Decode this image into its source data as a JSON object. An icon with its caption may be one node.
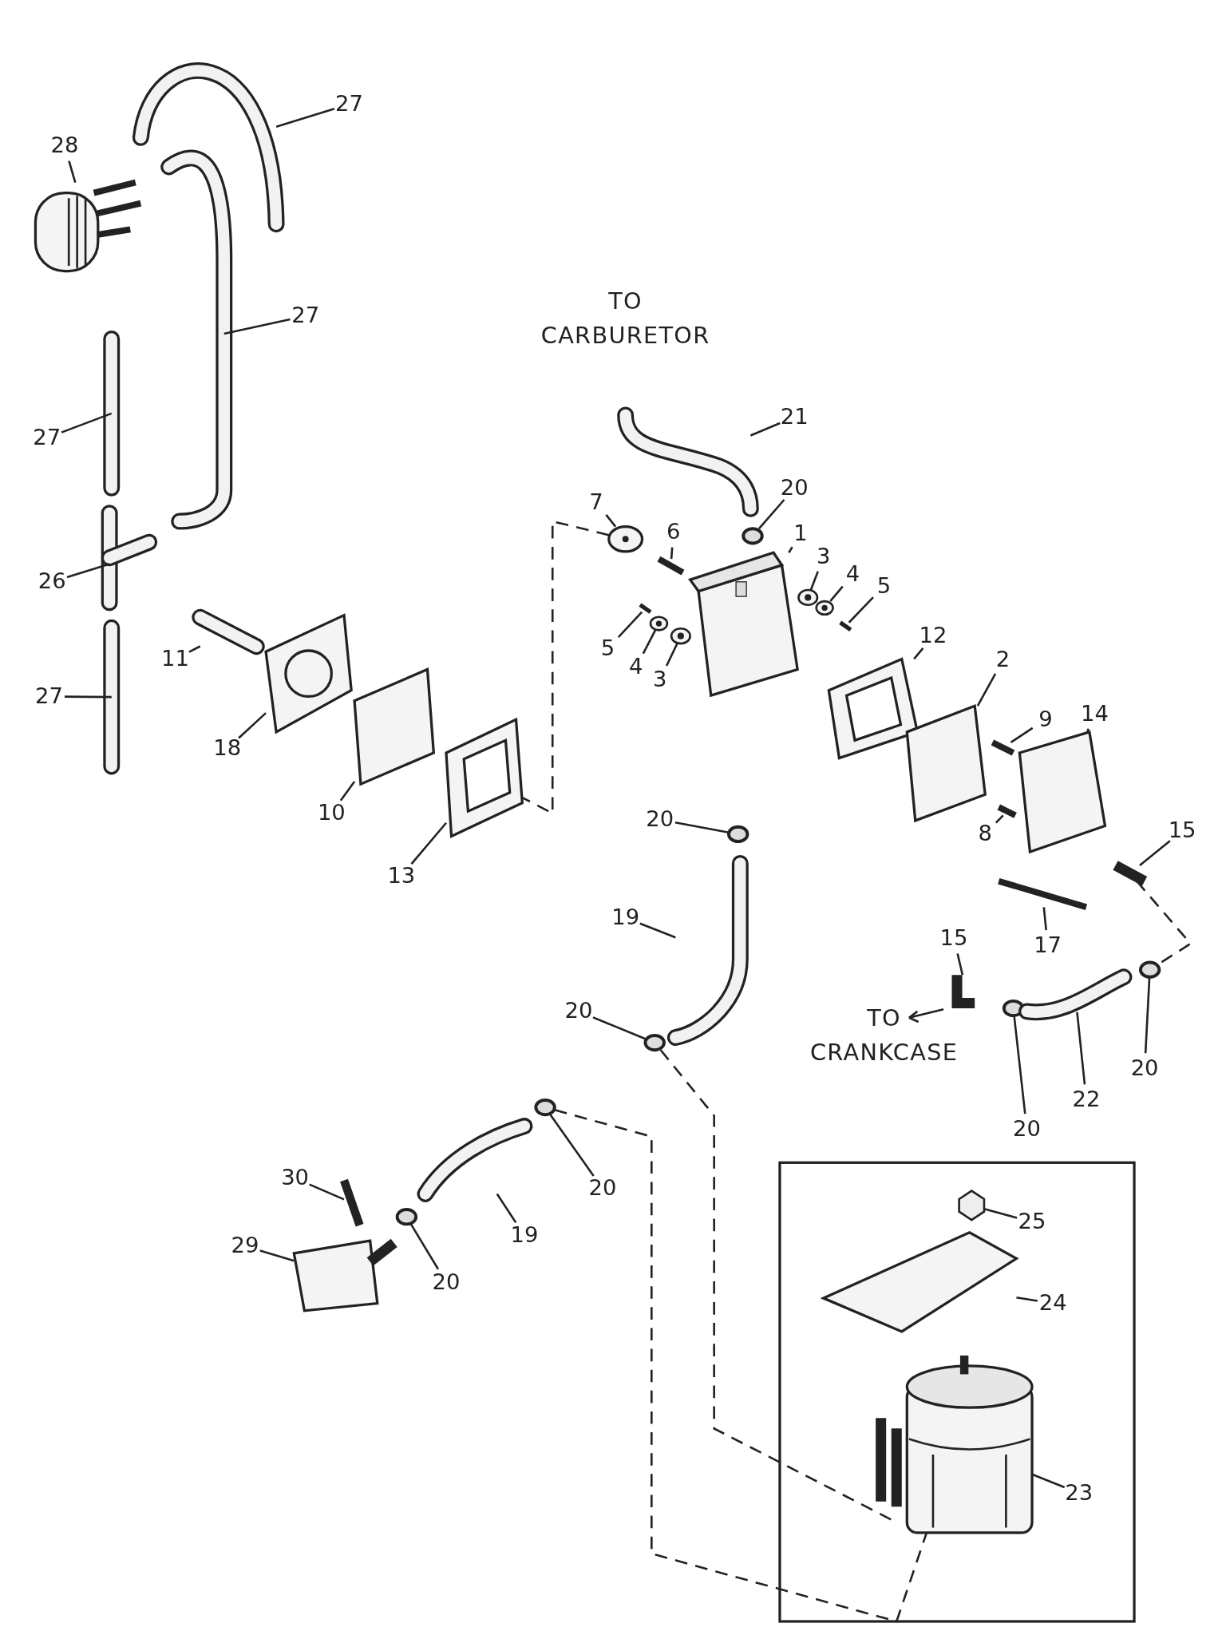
{
  "diagram": {
    "nodes": [
      {
        "text": [
          "27"
        ]
      },
      {
        "text": [
          "28"
        ]
      },
      {
        "text": [
          "27"
        ]
      },
      {
        "text": [
          "27"
        ]
      },
      {
        "text": [
          "26"
        ]
      },
      {
        "text": [
          "27"
        ]
      },
      {
        "text": [
          "11"
        ]
      },
      {
        "text": [
          "18"
        ]
      },
      {
        "text": [
          "10"
        ]
      },
      {
        "text": [
          "13"
        ]
      },
      {
        "text": [
          "21"
        ]
      },
      {
        "text": [
          "20"
        ]
      },
      {
        "text": [
          "7"
        ]
      },
      {
        "text": [
          "6"
        ]
      },
      {
        "text": [
          "1"
        ]
      },
      {
        "text": [
          "3"
        ]
      },
      {
        "text": [
          "4"
        ]
      },
      {
        "text": [
          "5"
        ]
      },
      {
        "text": [
          "5"
        ]
      },
      {
        "text": [
          "4"
        ]
      },
      {
        "text": [
          "3"
        ]
      },
      {
        "text": [
          "12"
        ]
      },
      {
        "text": [
          "2"
        ]
      },
      {
        "text": [
          "9"
        ]
      },
      {
        "text": [
          "14"
        ]
      },
      {
        "text": [
          "8"
        ]
      },
      {
        "text": [
          "15"
        ]
      },
      {
        "text": [
          "17"
        ]
      },
      {
        "text": [
          "20"
        ]
      },
      {
        "text": [
          "19"
        ]
      },
      {
        "text": [
          "20"
        ]
      },
      {
        "text": [
          "15"
        ]
      },
      {
        "text": [
          "20"
        ]
      },
      {
        "text": [
          "22"
        ]
      },
      {
        "text": [
          "20"
        ]
      },
      {
        "text": [
          "30"
        ]
      },
      {
        "text": [
          "29"
        ]
      },
      {
        "text": [
          "20"
        ]
      },
      {
        "text": [
          "19"
        ]
      },
      {
        "text": [
          "20"
        ]
      },
      {
        "text": [
          "25"
        ]
      },
      {
        "text": [
          "24"
        ]
      },
      {
        "text": [
          "23"
        ]
      },
      {
        "text": [],
        "shape": "picture"
      },
      {
        "text": [],
        "shape": "picture"
      },
      {
        "text": [],
        "shape": "picture"
      },
      {
        "text": [],
        "shape": "picture"
      },
      {
        "text": [],
        "shape": "picture"
      },
      {
        "text": [],
        "shape": "picture"
      },
      {
        "text": [],
        "shape": "picture"
      },
      {
        "text": [],
        "shape": "picture"
      },
      {
        "text": [],
        "shape": "picture"
      },
      {
        "text": [],
        "shape": "picture"
      },
      {
        "text": [],
        "shape": "picture"
      },
      {
        "text": [],
        "shape": "circle"
      },
      {
        "text": [],
        "shape": "picture"
      },
      {
        "text": [],
        "shape": "picture"
      },
      {
        "text": [],
        "shape": "picture"
      },
      {
        "text": [],
        "shape": "picture"
      },
      {
        "text": [],
        "shape": "picture"
      },
      {
        "text": [],
        "shape": "picture"
      },
      {
        "text": [],
        "shape": "picture"
      },
      {
        "text": [],
        "shape": "picture"
      },
      {
        "text": [],
        "shape": "picture"
      },
      {
        "text": [],
        "shape": "picture"
      },
      {
        "text": [],
        "shape": "picture"
      },
      {
        "text": [],
        "shape": "picture"
      },
      {
        "text": [],
        "shape": "picture"
      },
      {
        "text": [],
        "shape": "picture"
      },
      {
        "text": [],
        "shape": "picture"
      },
      {
        "text": [],
        "shape": "picture"
      },
      {
        "text": [],
        "shape": "circle"
      },
      {
        "text": [],
        "shape": "picture"
      },
      {
        "text": [],
        "shape": "circle"
      },
      {
        "text": [],
        "shape": "picture"
      },
      {
        "text": [],
        "shape": "circle"
      },
      {
        "text": [],
        "shape": "picture"
      },
      {
        "text": [],
        "shape": "circle"
      },
      {
        "text": [],
        "shape": "picture"
      },
      {
        "text": [],
        "shape": "picture"
      },
      {
        "text": [],
        "shape": "circle"
      },
      {
        "text": [],
        "shape": "picture"
      },
      {
        "text": [],
        "shape": "circle"
      },
      {
        "text": [],
        "shape": "picture"
      },
      {
        "text": [],
        "shape": "picture"
      },
      {
        "text": [],
        "shape": "picture"
      }
    ],
    "edges": [
      {
        "from": 0,
        "to": 43,
        "arrow": "none"
      },
      {
        "from": 1,
        "to": 44,
        "arrow": "none"
      },
      {
        "from": 2,
        "to": 45,
        "arrow": "none"
      },
      {
        "from": 3,
        "to": 46,
        "arrow": "none"
      },
      {
        "from": 4,
        "to": 47,
        "arrow": "none"
      },
      {
        "from": 5,
        "to": 48,
        "arrow": "none"
      },
      {
        "from": 6,
        "to": 49,
        "arrow": "none"
      },
      {
        "from": 7,
        "to": 50,
        "arrow": "none"
      },
      {
        "from": 8,
        "to": 51,
        "arrow": "none"
      },
      {
        "from": 9,
        "to": 52,
        "arrow": "none"
      },
      {
        "from": 10,
        "to": 53,
        "arrow": "none"
      },
      {
        "from": 11,
        "to": 54,
        "arrow": "none"
      },
      {
        "from": 12,
        "to": 55,
        "arrow": "none"
      },
      {
        "from": 13,
        "to": 56,
        "arrow": "none"
      },
      {
        "from": 14,
        "to": 57,
        "arrow": "none"
      },
      {
        "from": 15,
        "to": 58,
        "arrow": "none"
      },
      {
        "from": 16,
        "to": 59,
        "arrow": "none"
      },
      {
        "from": 17,
        "to": 60,
        "arrow": "none"
      },
      {
        "from": 18,
        "to": 61,
        "arrow": "none"
      },
      {
        "from": 19,
        "to": 62,
        "arrow": "none"
      },
      {
        "from": 20,
        "to": 63,
        "arrow": "none"
      },
      {
        "from": 21,
        "to": 64,
        "arrow": "none"
      },
      {
        "from": 22,
        "to": 65,
        "arrow": "none"
      },
      {
        "from": 23,
        "to": 66,
        "arrow": "none"
      },
      {
        "from": 24,
        "to": 67,
        "arrow": "none"
      },
      {
        "from": 25,
        "to": 68,
        "arrow": "none"
      },
      {
        "from": 26,
        "to": 69,
        "arrow": "none"
      },
      {
        "from": 27,
        "to": 70,
        "arrow": "none"
      },
      {
        "from": 28,
        "to": 71,
        "arrow": "none"
      },
      {
        "from": 29,
        "to": 72,
        "arrow": "none"
      },
      {
        "from": 30,
        "to": 73,
        "arrow": "none"
      },
      {
        "from": 31,
        "to": 74,
        "arrow": "none"
      },
      {
        "from": 32,
        "to": 75,
        "arrow": "none"
      },
      {
        "from": 33,
        "to": 76,
        "arrow": "none"
      },
      {
        "from": 34,
        "to": 77,
        "arrow": "none"
      },
      {
        "from": 35,
        "to": 78,
        "arrow": "none"
      },
      {
        "from": 36,
        "to": 79,
        "arrow": "none"
      },
      {
        "from": 37,
        "to": 80,
        "arrow": "none"
      },
      {
        "from": 38,
        "to": 81,
        "arrow": "none"
      },
      {
        "from": 39,
        "to": 82,
        "arrow": "none"
      },
      {
        "from": 40,
        "to": 83,
        "arrow": "none"
      },
      {
        "from": 41,
        "to": 84,
        "arrow": "none"
      },
      {
        "from": 42,
        "to": 85,
        "arrow": "none"
      },
      {
        "from": 55,
        "to": 52,
        "arrow": "none",
        "style": "dashed"
      },
      {
        "from": 69,
        "to": 77,
        "arrow": "none",
        "style": "dashed"
      },
      {
        "from": 73,
        "to": 85,
        "arrow": "none",
        "style": "dashed"
      },
      {
        "from": 82,
        "to": 85,
        "arrow": "none",
        "style": "dashed"
      }
    ],
    "labels": [
      "TO CARBURETOR",
      "TO CRANKCASE"
    ]
  }
}
